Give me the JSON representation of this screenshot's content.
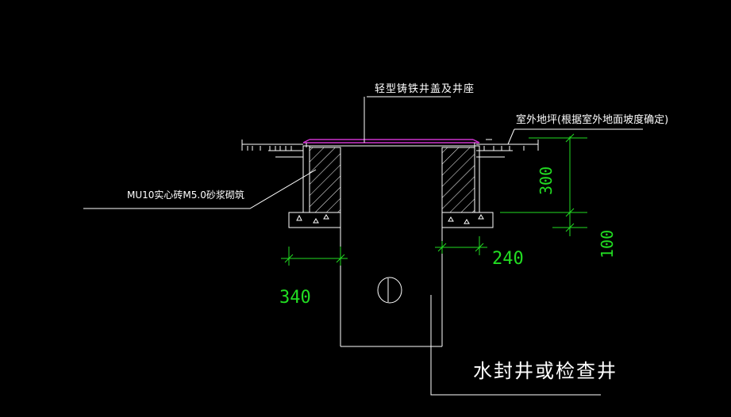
{
  "labels": {
    "cover": "轻型铸铁井盖及井座",
    "ground": "室外地坪(根据室外地面坡度确定)",
    "masonry": "MU10实心砖M5.0砂浆砌筑",
    "well": "水封井或检查井"
  },
  "dimensions": {
    "wall_width": "340",
    "footing_width": "240",
    "wall_height": "300",
    "footing_height": "100"
  },
  "colors": {
    "background": "#000000",
    "lines": "#ffffff",
    "dimension": "#22dd22",
    "cover": "#cc33cc"
  }
}
